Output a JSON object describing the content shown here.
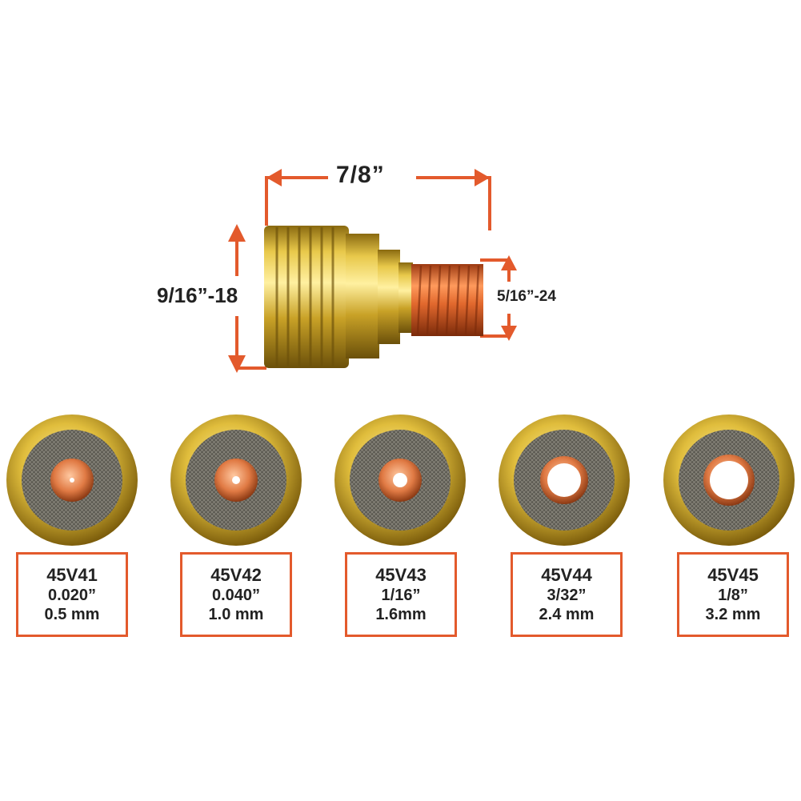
{
  "colors": {
    "dimension_line": "#e35a2c",
    "brass": "#c9a227",
    "copper": "#d9682f",
    "mesh": "#4d4a42",
    "text": "#222222"
  },
  "dimensions": {
    "overall_length": "7/8”",
    "large_thread": "9/16”-18",
    "small_thread": "5/16”-24"
  },
  "products": [
    {
      "model": "45V41",
      "inch": "0.020”",
      "mm": "0.5 mm"
    },
    {
      "model": "45V42",
      "inch": "0.040”",
      "mm": "1.0 mm"
    },
    {
      "model": "45V43",
      "inch": "1/16”",
      "mm": "1.6mm"
    },
    {
      "model": "45V44",
      "inch": "3/32”",
      "mm": "2.4 mm"
    },
    {
      "model": "45V45",
      "inch": "1/8”",
      "mm": "3.2 mm"
    }
  ]
}
